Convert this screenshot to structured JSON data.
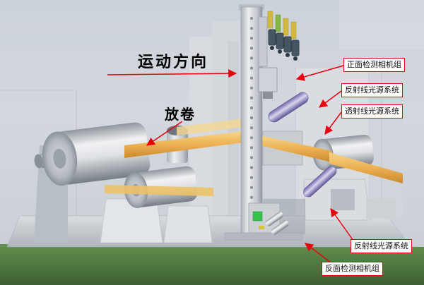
{
  "diagram": {
    "labels": {
      "motion_direction": "运动方向",
      "unwind": "放卷"
    },
    "callouts": [
      {
        "id": "front-camera-group",
        "text": "正面检测相机组"
      },
      {
        "id": "reflective-line-light-top",
        "text": "反射线光源系统"
      },
      {
        "id": "transmissive-line-light",
        "text": "透射线光源系统"
      },
      {
        "id": "reflective-line-light-bottom",
        "text": "反射线光源系统"
      },
      {
        "id": "back-camera-group",
        "text": "反面检测相机组"
      }
    ],
    "colors": {
      "annotation_red": "#e8000f",
      "film_web_orange": "#edb052",
      "floor_green": "#4e7a3f",
      "line_light_purple": "#8c83c0",
      "machine_gray": "#cdd2d7"
    }
  }
}
